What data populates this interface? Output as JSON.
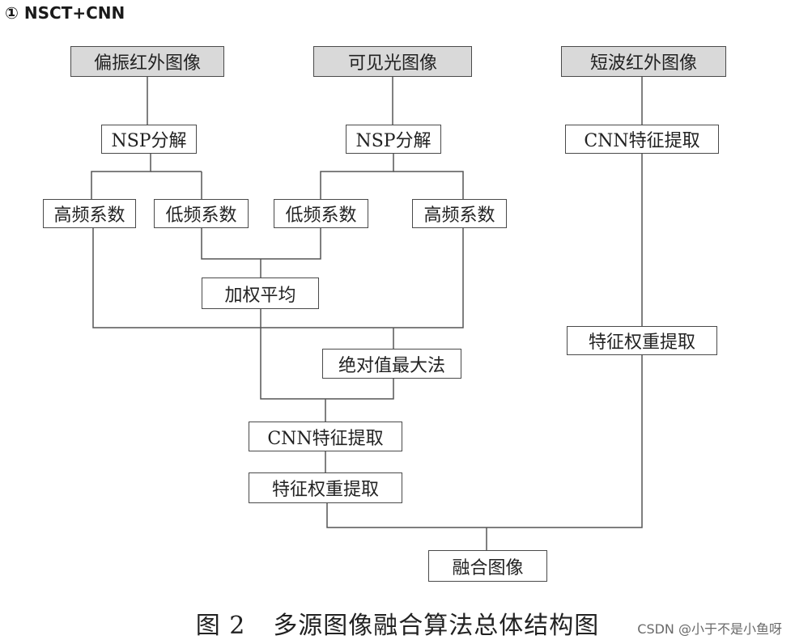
{
  "heading": "① NSCT+CNN",
  "nodes": {
    "polarized_ir": "偏振红外图像",
    "visible": "可见光图像",
    "swir": "短波红外图像",
    "nsp_left": "NSP分解",
    "nsp_right": "NSP分解",
    "cnn_feature_right": "CNN特征提取",
    "high_freq_left": "高频系数",
    "low_freq_left": "低频系数",
    "low_freq_right": "低频系数",
    "high_freq_right": "高频系数",
    "weighted_avg": "加权平均",
    "abs_max": "绝对值最大法",
    "feature_weight_right": "特征权重提取",
    "cnn_feature_center": "CNN特征提取",
    "feature_weight_center": "特征权重提取",
    "fusion": "融合图像"
  },
  "caption": {
    "number": "图 2",
    "title": "多源图像融合算法总体结构图"
  },
  "watermark": "CSDN @小于不是小鱼呀"
}
